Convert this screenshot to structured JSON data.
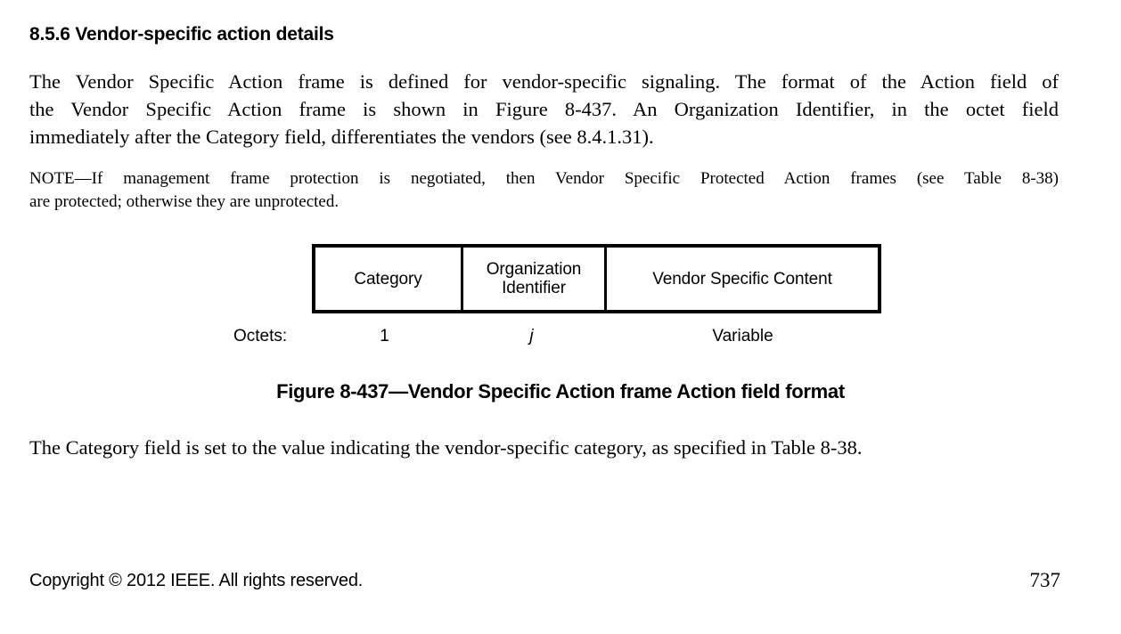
{
  "document": {
    "heading": "8.5.6 Vendor-specific action details",
    "intro_paragraph": {
      "line1": "The Vendor Specific Action frame is defined for vendor-specific signaling. The format of the Action field of",
      "line2": "the Vendor Specific Action frame is shown in Figure 8-437. An Organization Identifier, in the octet field",
      "line3": "immediately after the Category field, differentiates the vendors (see 8.4.1.31)."
    },
    "note_paragraph": {
      "line1": "NOTE—If management frame protection is negotiated, then Vendor Specific Protected Action frames (see Table 8-38)",
      "line2": "are protected; otherwise they are unprotected."
    },
    "closing_paragraph": "The Category field is set to the value indicating the vendor-specific category, as specified in Table 8-38.",
    "figure": {
      "caption": "Figure 8-437—Vendor Specific Action frame Action field format",
      "fields": [
        {
          "label": "Category",
          "octets": "1"
        },
        {
          "label": "Organization\nIdentifier",
          "label_line1": "Organization",
          "label_line2": "Identifier",
          "octets": "j"
        },
        {
          "label": "Vendor Specific Content",
          "octets": "Variable"
        }
      ],
      "octets_label": "Octets:",
      "border_color": "#000000"
    },
    "footer": {
      "copyright": "Copyright © 2012 IEEE. All rights reserved.",
      "page_number": "737"
    }
  }
}
